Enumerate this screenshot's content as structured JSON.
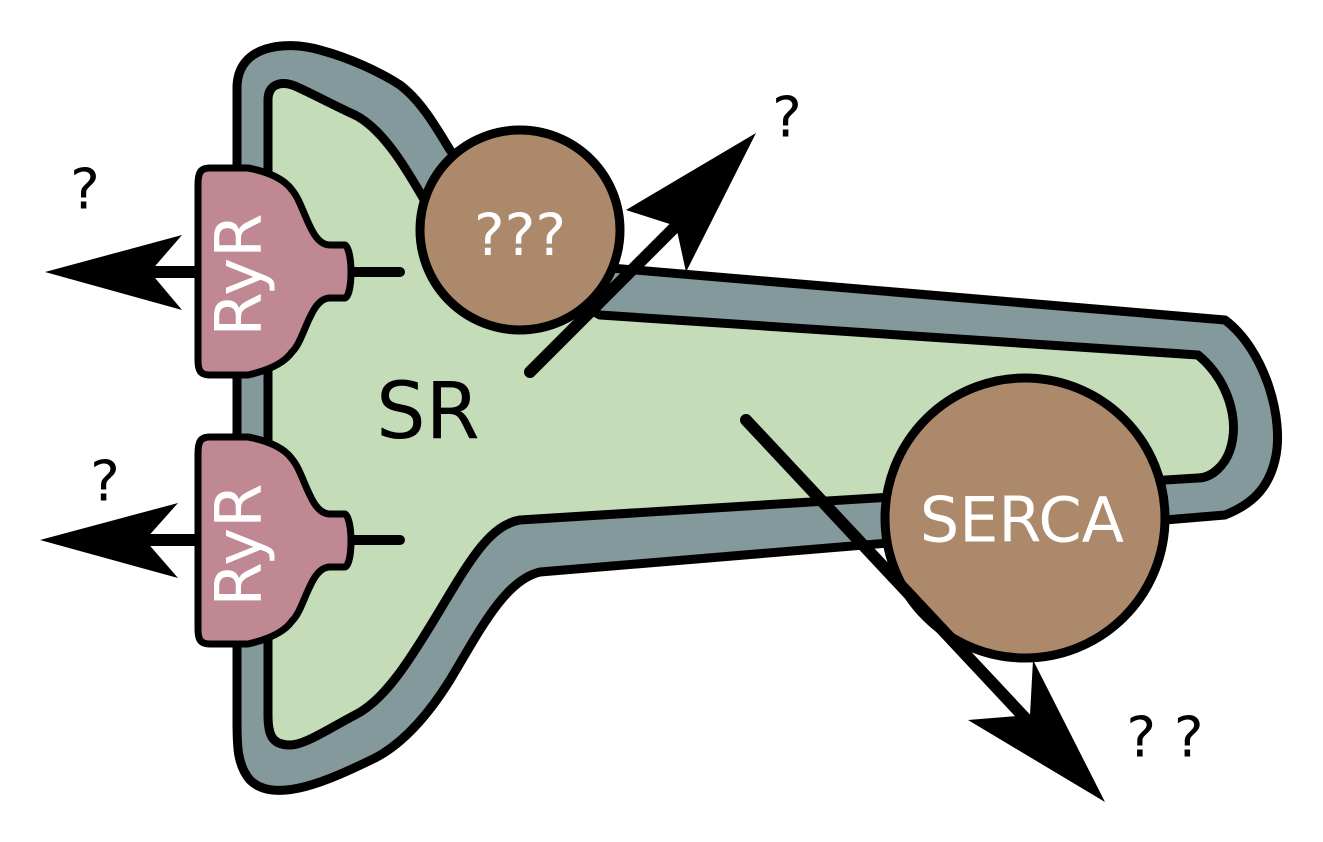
{
  "diagram": {
    "labels": {
      "sr": "SR",
      "ryr_top": "RyR",
      "ryr_bottom": "RyR",
      "unknown_pump": "???",
      "serca": "SERCA",
      "q_left_top": "?",
      "q_left_bottom": "?",
      "q_top_right": "?",
      "q_bottom_right": "? ?"
    },
    "colors": {
      "membrane": "#84999b",
      "lumen": "#c5dcb8",
      "ryr": "#c08893",
      "pump": "#ad896b",
      "outline": "#000000"
    }
  }
}
